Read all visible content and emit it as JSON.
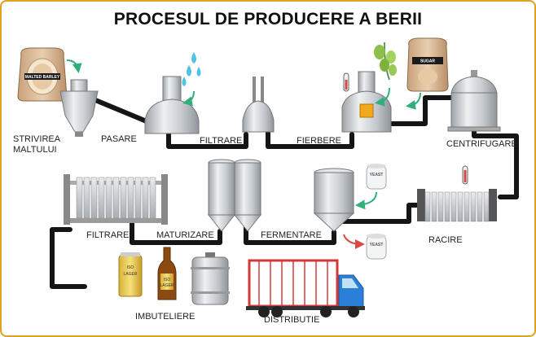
{
  "title": "PROCESUL DE PRODUCERE A BERII",
  "steps": {
    "milling_1": "STRIVIREA",
    "milling_2": "MALTULUI",
    "mashing": "PASARE",
    "filtering": "FILTRARE",
    "boiling": "FIERBERE",
    "centrifuge": "CENTRIFUGARE",
    "cooling": "RACIRE",
    "fermenting": "FERMENTARE",
    "maturing": "MATURIZARE",
    "filtering_2": "FILTRARE",
    "bottling": "IMBUTELIERE",
    "distribution": "DISTRIBUTIE"
  },
  "sacks": {
    "malt": "MALTED BARLEY",
    "sugar": "SUGAR"
  },
  "yeast_label": "YEAST",
  "can_text": {
    "line1": "ISO",
    "line2": "LAGER"
  },
  "bottle_text": {
    "line1": "ISO",
    "line2": "LAGER"
  },
  "colors": {
    "pipe": "#151515",
    "steel": "#c9ccd0",
    "border": "#e0a020",
    "arrow_green": "#2fb07a",
    "arrow_red": "#d84a4a",
    "water": "#4fc3e6",
    "truck_blue": "#2b7fd6",
    "trailer_red": "#d23a3a"
  }
}
